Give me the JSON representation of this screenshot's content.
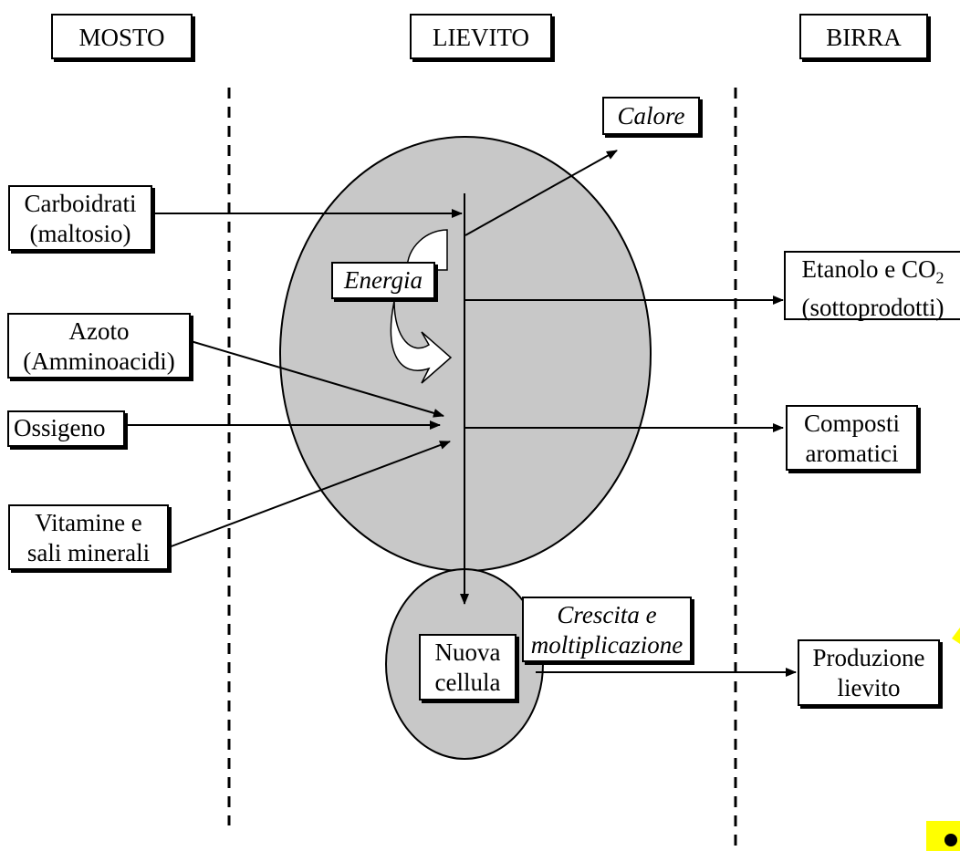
{
  "headers": {
    "mosto": "MOSTO",
    "lievito": "LIEVITO",
    "birra": "BIRRA"
  },
  "inputs": {
    "carboidrati": [
      "Carboidrati",
      "(maltosio)"
    ],
    "azoto": [
      "Azoto",
      "(Amminoacidi)"
    ],
    "ossigeno": "Ossigeno",
    "vitamine": [
      "Vitamine e",
      "sali minerali"
    ]
  },
  "cell_labels": {
    "energia": "Energia",
    "calore": "Calore",
    "crescita": [
      "Crescita e",
      "moltiplicazione"
    ],
    "nuova_cellula": [
      "Nuova",
      "cellula"
    ]
  },
  "outputs": {
    "etanolo": [
      "Etanolo e CO",
      "2",
      "(sottoprodotti)"
    ],
    "composti": [
      "Composti",
      "aromatici"
    ],
    "produzione": [
      "Produzione",
      "lievito"
    ]
  },
  "colors": {
    "cell_fill": "#c8c8c8",
    "highlight": "#ffff00",
    "ink": "#000000"
  }
}
